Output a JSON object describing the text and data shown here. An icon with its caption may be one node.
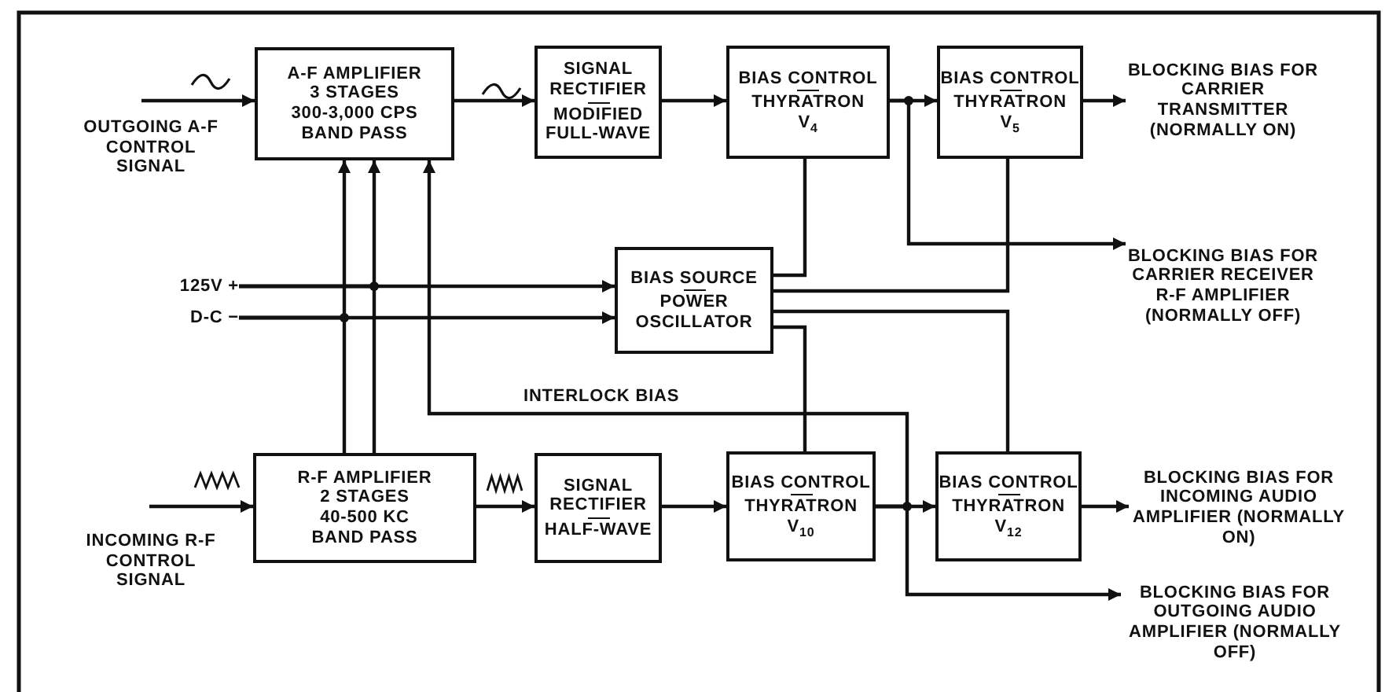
{
  "diagram": {
    "nodes": [
      {
        "text": [
          "OUTGOING A-F CONTROL SIGNAL"
        ]
      },
      {
        "text": [
          "A-F AMPLIFIER",
          "3 STAGES",
          "300-3,000 CPS",
          "BAND PASS"
        ]
      },
      {
        "text": [
          "SIGNAL RECTIFIER",
          "MODIFIED FULL-WAVE"
        ]
      },
      {
        "text": [
          "BIAS CONTROL",
          "THYRATRON",
          "V$_{4}$"
        ]
      },
      {
        "text": [
          "BIAS CONTROL",
          "THYRATRON",
          "V$_{5}$"
        ]
      },
      {
        "text": [
          "BLOCKING BIAS FOR CARRIER TRANSMITTER (NORMALLY ON)"
        ]
      },
      {
        "text": [
          "BLOCKING BIAS FOR CARRIER RECEIVER R-F AMPLIFIER (NORMALLY OFF)"
        ]
      },
      {
        "text": [
          "125V +"
        ]
      },
      {
        "text": [
          "D-C −"
        ]
      },
      {
        "text": [
          "BIAS SOURCE",
          "POWER OSCILLATOR"
        ]
      },
      {
        "text": [
          "INCOMING R-F CONTROL SIGNAL"
        ]
      },
      {
        "text": [
          "R-F AMPLIFIER",
          "2 STAGES",
          "40-500 KC",
          "BAND PASS"
        ]
      },
      {
        "text": [
          "SIGNAL RECTIFIER",
          "HALF-WAVE"
        ]
      },
      {
        "text": [
          "BIAS CONTROL",
          "THYRATRON",
          "V$_{10}$"
        ]
      },
      {
        "text": [
          "BIAS CONTROL",
          "THYRATRON",
          "V$_{12}$"
        ]
      },
      {
        "text": [
          "BLOCKING BIAS FOR INCOMING AUDIO AMPLIFIER (NORMALLY ON)"
        ]
      },
      {
        "text": [
          "BLOCKING BIAS FOR OUTGOING AUDIO AMPLIFIER (NORMALLY OFF)"
        ]
      }
    ],
    "edges": [
      {
        "from": 0,
        "to": 1,
        "arrow": "to"
      },
      {
        "from": 1,
        "to": 2,
        "arrow": "to"
      },
      {
        "from": 2,
        "to": 3,
        "arrow": "to"
      },
      {
        "from": 3,
        "to": 4,
        "arrow": "to"
      },
      {
        "from": 4,
        "to": 5,
        "arrow": "to"
      },
      {
        "from": 3,
        "to": 6,
        "arrow": "to"
      },
      {
        "from": 7,
        "to": 9,
        "arrow": "to"
      },
      {
        "from": 8,
        "to": 9,
        "arrow": "to"
      },
      {
        "from": 7,
        "to": 1,
        "arrow": "to"
      },
      {
        "from": 7,
        "to": 11,
        "arrow": "none"
      },
      {
        "from": 8,
        "to": 1,
        "arrow": "to"
      },
      {
        "from": 8,
        "to": 11,
        "arrow": "none"
      },
      {
        "from": 9,
        "to": 3,
        "arrow": "none"
      },
      {
        "from": 9,
        "to": 4,
        "arrow": "none"
      },
      {
        "from": 9,
        "to": 14,
        "arrow": "none"
      },
      {
        "from": 9,
        "to": 13,
        "arrow": "none"
      },
      {
        "from": 13,
        "to": 1,
        "arrow": "to",
        "label": "INTERLOCK BIAS"
      },
      {
        "from": 10,
        "to": 11,
        "arrow": "to"
      },
      {
        "from": 11,
        "to": 12,
        "arrow": "to"
      },
      {
        "from": 12,
        "to": 13,
        "arrow": "to"
      },
      {
        "from": 13,
        "to": 14,
        "arrow": "to"
      },
      {
        "from": 14,
        "to": 15,
        "arrow": "to"
      },
      {
        "from": 13,
        "to": 16,
        "arrow": "to"
      }
    ]
  }
}
